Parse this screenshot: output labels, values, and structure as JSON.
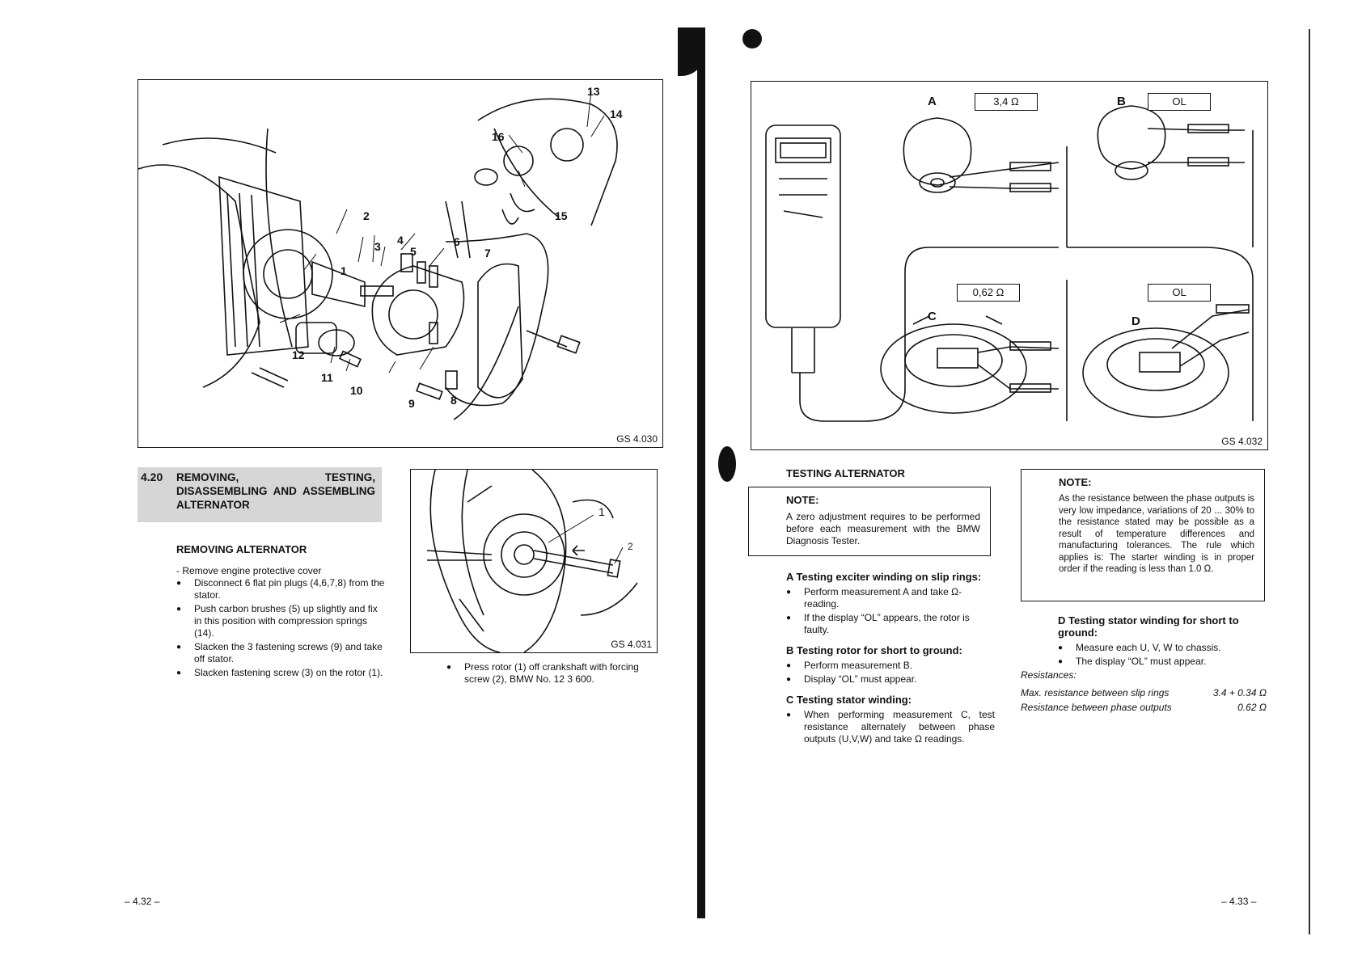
{
  "left_page": {
    "figure_top": {
      "label": "GS 4.030",
      "callouts": [
        "13",
        "14",
        "16",
        "15",
        "2",
        "3",
        "4",
        "5",
        "6",
        "7",
        "1",
        "12",
        "11",
        "10",
        "9",
        "8"
      ]
    },
    "section": {
      "number": "4.20",
      "title": "REMOVING, TESTING, DISASSEMBLING AND ASSEMBLING ALTERNATOR"
    },
    "removing": {
      "heading": "REMOVING ALTERNATOR",
      "intro": "- Remove engine protective cover",
      "steps": [
        "Disconnect 6 flat pin plugs (4,6,7,8) from the stator.",
        "Push carbon brushes (5) up slightly and fix in this position with compression springs (14).",
        "Slacken the 3 fastening screws (9) and take off stator.",
        "Slacken fastening screw (3) on the rotor (1)."
      ]
    },
    "figure_small": {
      "label": "GS 4.031",
      "callouts": [
        "1",
        "2"
      ]
    },
    "press_step": "Press rotor (1) off crankshaft with forcing screw (2), BMW No. 12 3 600.",
    "page_number": "– 4.32 –"
  },
  "right_page": {
    "figure": {
      "label": "GS 4.032",
      "readings": {
        "A": {
          "letter": "A",
          "value": "3,4 Ω"
        },
        "B": {
          "letter": "B",
          "value": "OL"
        },
        "C": {
          "letter": "C",
          "value": "0,62 Ω"
        },
        "D": {
          "letter": "D",
          "value": "OL"
        }
      }
    },
    "testing": {
      "heading": "TESTING ALTERNATOR",
      "note_title": "NOTE:",
      "note_text": "A zero adjustment requires to be performed before each measurement with the BMW Diagnosis Tester.",
      "a_heading": "A  Testing exciter winding on slip rings:",
      "a_steps": [
        "Perform measurement A and take Ω-reading.",
        "If the display “OL” appears, the rotor is faulty."
      ],
      "b_heading": "B  Testing rotor for short to ground:",
      "b_steps": [
        "Perform measurement B.",
        "Display “OL” must appear."
      ],
      "c_heading": "C  Testing stator winding:",
      "c_steps": [
        "When performing measurement C, test resistance alternately between phase outputs (U,V,W) and take Ω readings."
      ]
    },
    "note2": {
      "title": "NOTE:",
      "text": "As the resistance between the phase outputs is very low impedance, variations of 20 ... 30% to the resistance stated may be possible as a result of temperature differences and manufacturing tolerances. The rule which applies is: The starter winding is in proper order if the reading is less than 1.0 Ω."
    },
    "d_section": {
      "heading": "D  Testing stator winding for short to ground:",
      "steps": [
        "Measure each U, V, W to chassis.",
        "The display “OL” must appear."
      ]
    },
    "resistances": {
      "label": "Resistances:",
      "rows": [
        {
          "name": "Max. resistance between slip rings",
          "value": "3.4 + 0.34 Ω"
        },
        {
          "name": "Resistance between phase outputs",
          "value": "0.62 Ω"
        }
      ]
    },
    "page_number": "– 4.33 –"
  }
}
